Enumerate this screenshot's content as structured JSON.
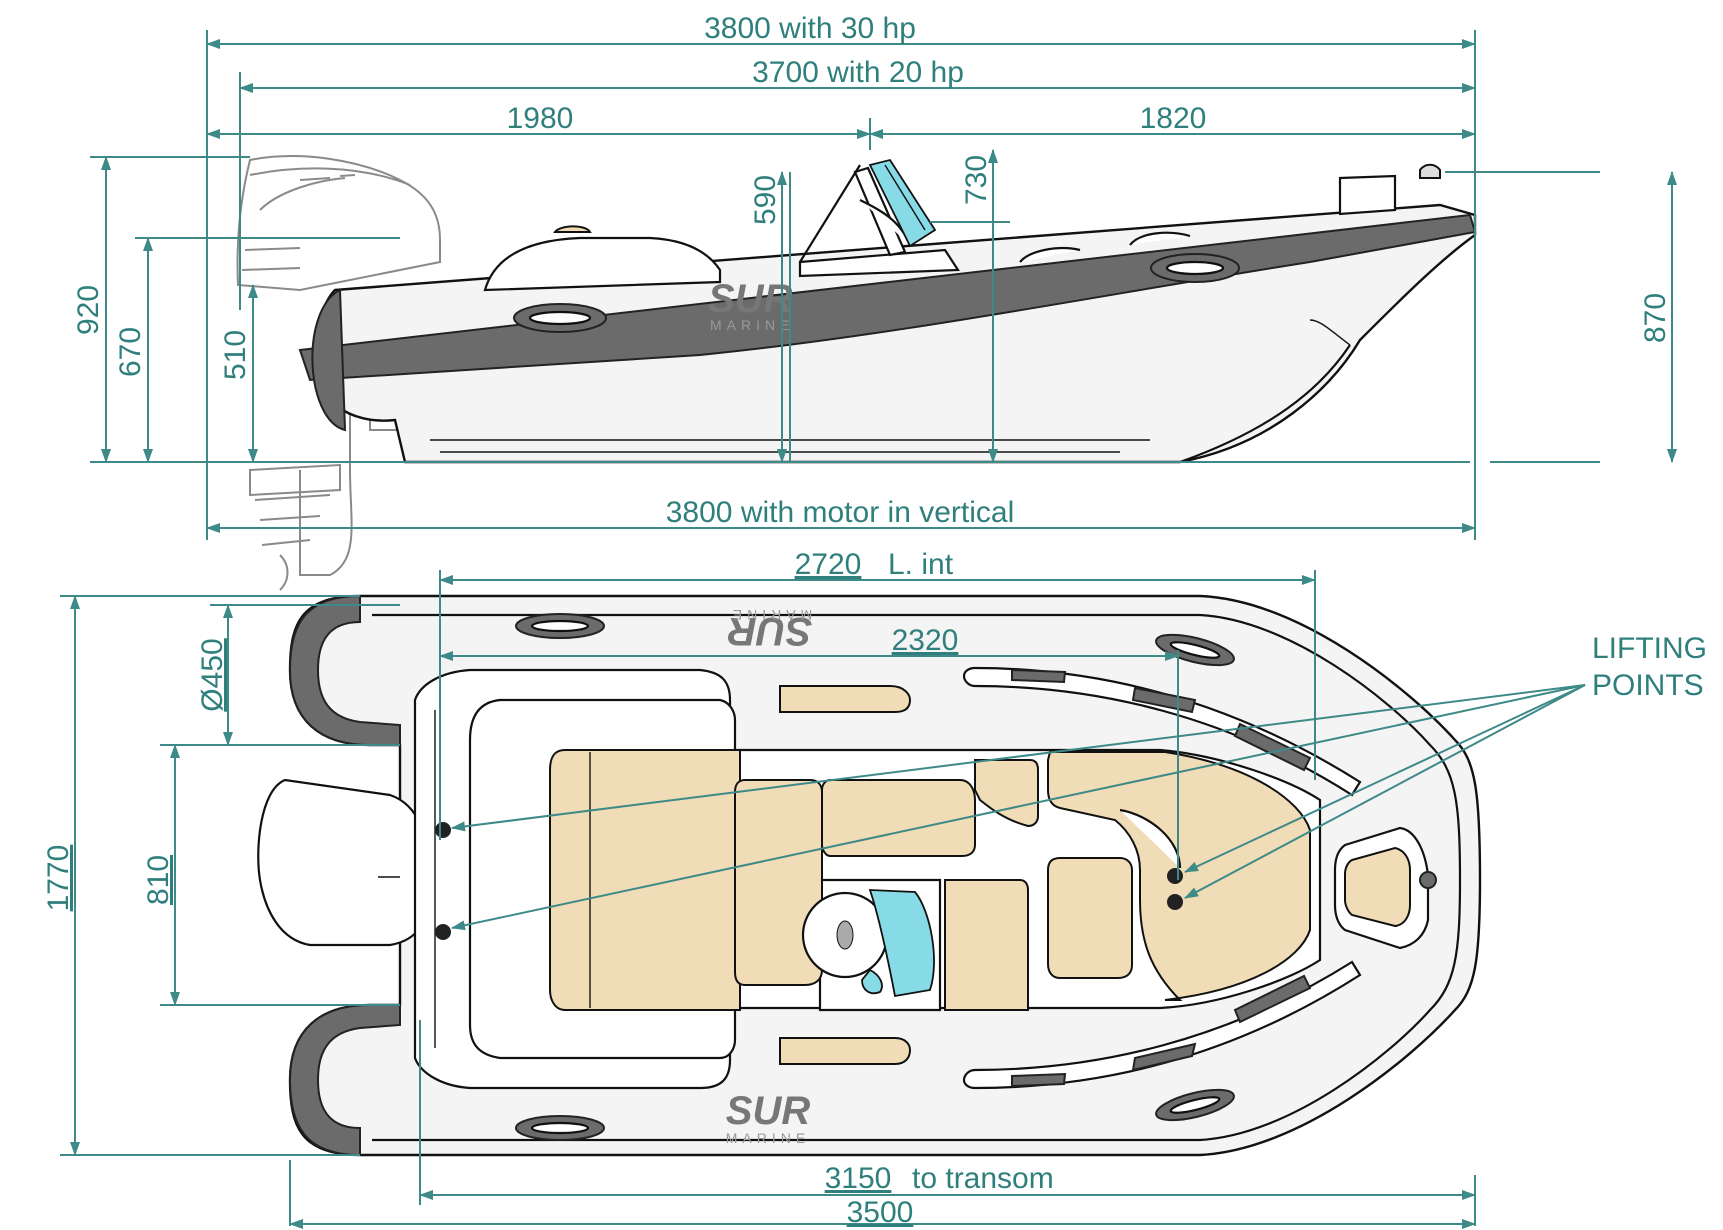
{
  "dimensions": {
    "overall_30hp": "3800  with 30 hp",
    "overall_20hp": "3700  with 20 hp",
    "aft_length": "1980",
    "fwd_length": "1820",
    "height_590": "590",
    "height_730": "730",
    "height_920": "920",
    "height_670": "670",
    "height_510": "510",
    "height_870": "870",
    "motor_vertical": "3800  with motor in vertical",
    "interior_length_value": "2720",
    "interior_length_label": "L. int",
    "lifting_spacing": "2320",
    "tube_diameter": "Ø450",
    "beam_inner": "810",
    "beam_overall": "1770",
    "transom_length_value": "3150",
    "transom_length_label": "to transom",
    "hull_length": "3500"
  },
  "callout": {
    "line1": "LIFTING",
    "line2": "POINTS"
  },
  "brand": {
    "logo": "SUR",
    "subtitle": "MARINE"
  },
  "colors": {
    "dimension": "#3d8a88",
    "tube": "#6b6b6b",
    "deck": "#f0dcb6",
    "windscreen": "#86dbe6"
  }
}
